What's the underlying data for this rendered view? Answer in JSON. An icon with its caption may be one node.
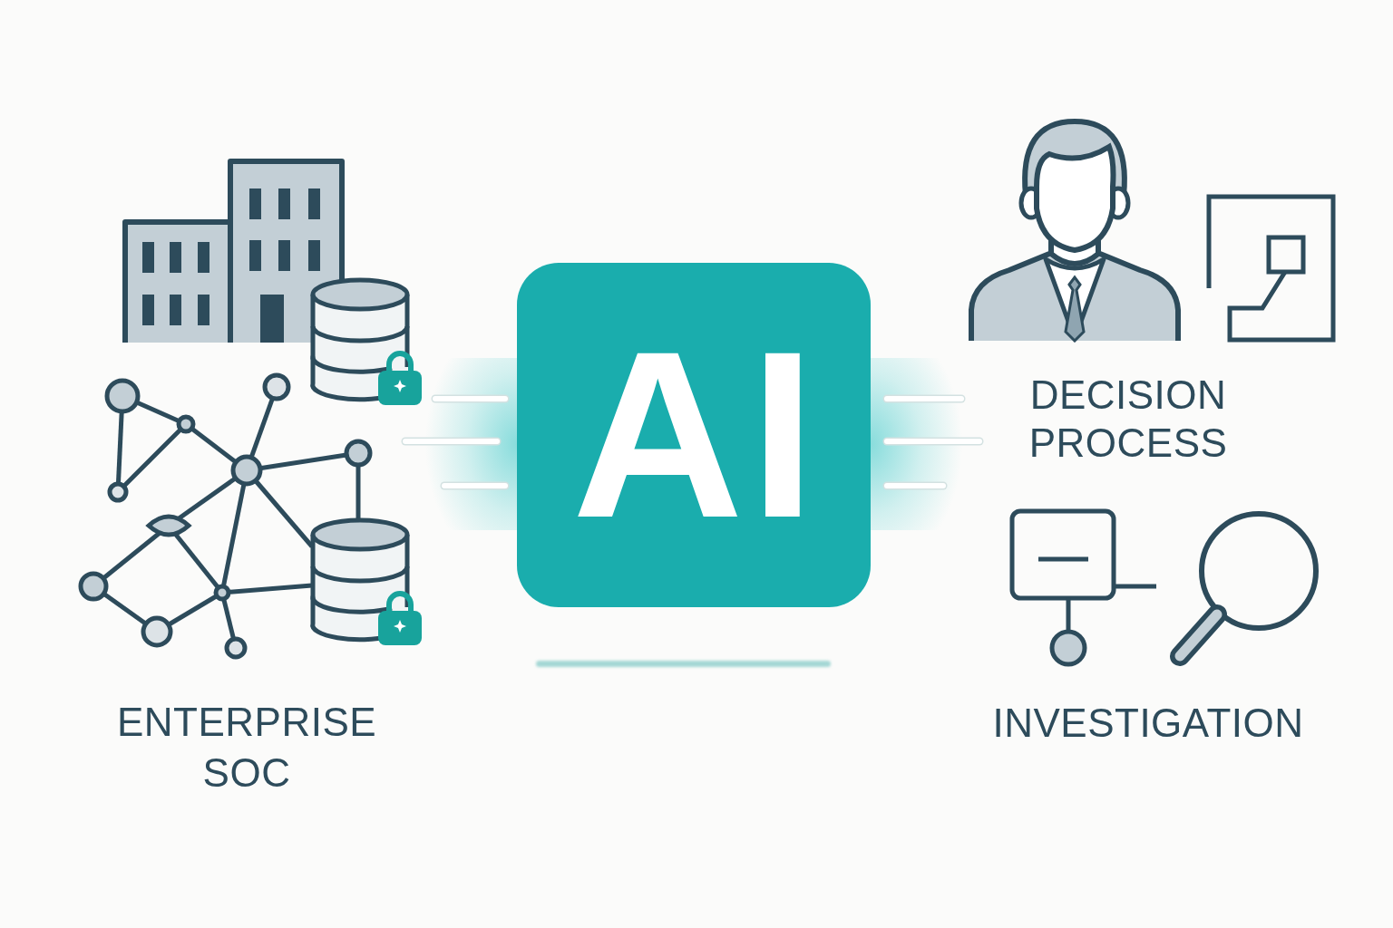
{
  "diagram": {
    "nodes": [
      {
        "text": [
          "AI"
        ]
      }
    ],
    "labels": [
      "DECISION PROCESS",
      "ENTERPRISE SOC",
      "INVESTIGATION"
    ]
  }
}
